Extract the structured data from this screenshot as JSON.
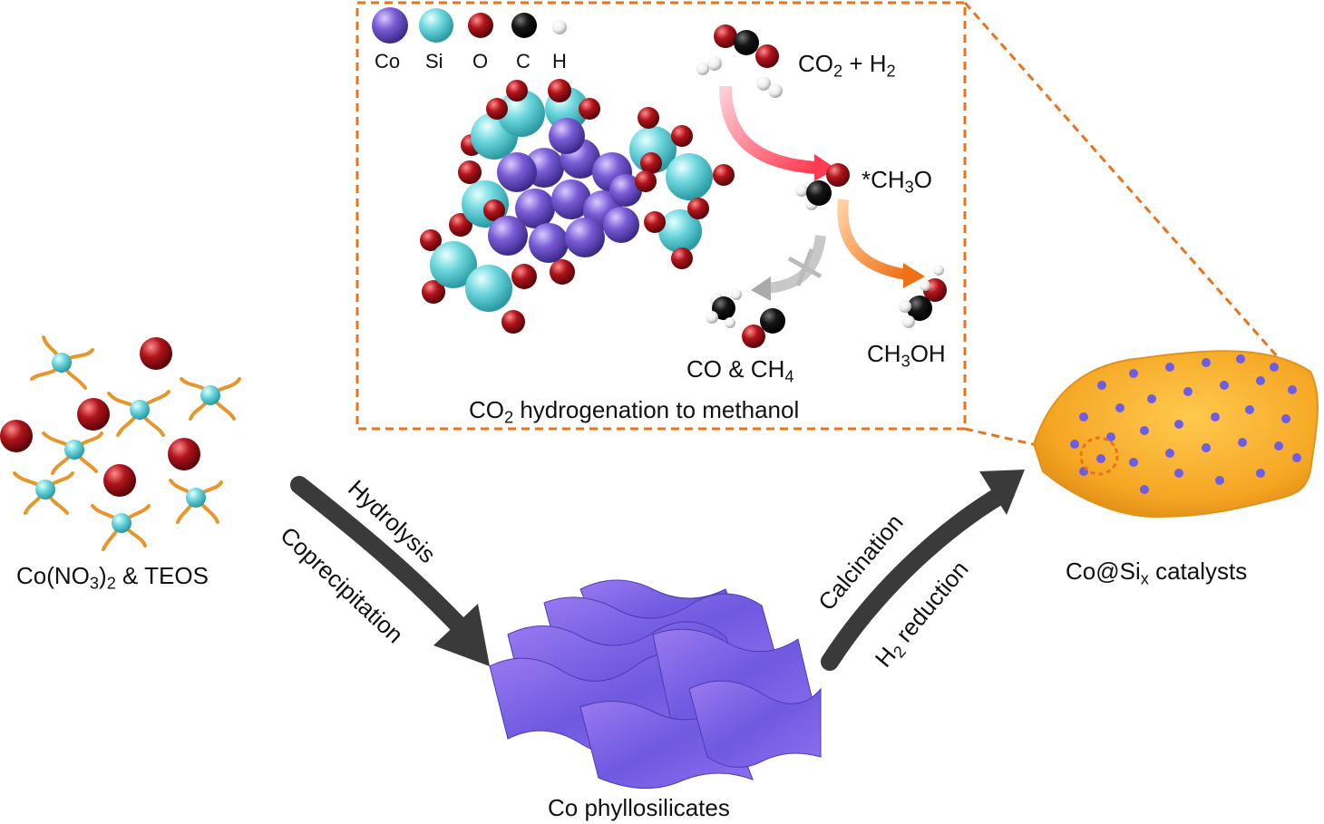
{
  "legend": [
    {
      "label": "Co",
      "color": "#7a5cd6"
    },
    {
      "label": "Si",
      "color": "#6fd8de"
    },
    {
      "label": "O",
      "color": "#b0141c"
    },
    {
      "label": "C",
      "color": "#111111"
    },
    {
      "label": "H",
      "color": "#eeeeee"
    }
  ],
  "inset": {
    "reactants": {
      "a": "CO",
      "a_sub": "2",
      "plus": " + H",
      "b_sub": "2"
    },
    "intermediate": {
      "pre": "*CH",
      "sub": "3",
      "post": "O"
    },
    "byproducts": {
      "pre": "CO & CH",
      "sub": "4"
    },
    "product": {
      "pre": "CH",
      "sub": "3",
      "post": "OH"
    },
    "title": {
      "pre": "CO",
      "sub": "2",
      "post": " hydrogenation to methanol"
    }
  },
  "precursors": {
    "pre": "Co(NO",
    "sub1": "3",
    "mid": ")",
    "sub2": "2",
    "post": " & TEOS"
  },
  "step1": {
    "top": "Hydrolysis",
    "bottom": "Coprecipitation"
  },
  "intermediate_material": "Co phyllosilicates",
  "step2": {
    "top": "Calcination",
    "bottom_pre": "H",
    "bottom_sub": "2",
    "bottom_post": " reduction"
  },
  "catalyst": {
    "pre": "Co@Si",
    "sub": "x",
    "post": " catalysts"
  },
  "colors": {
    "accent_dashed": "#e8731c",
    "arrow": "#3a3a3a",
    "cobalt": "#7a5cd6",
    "catalyst_sheet": "#f5a623"
  }
}
